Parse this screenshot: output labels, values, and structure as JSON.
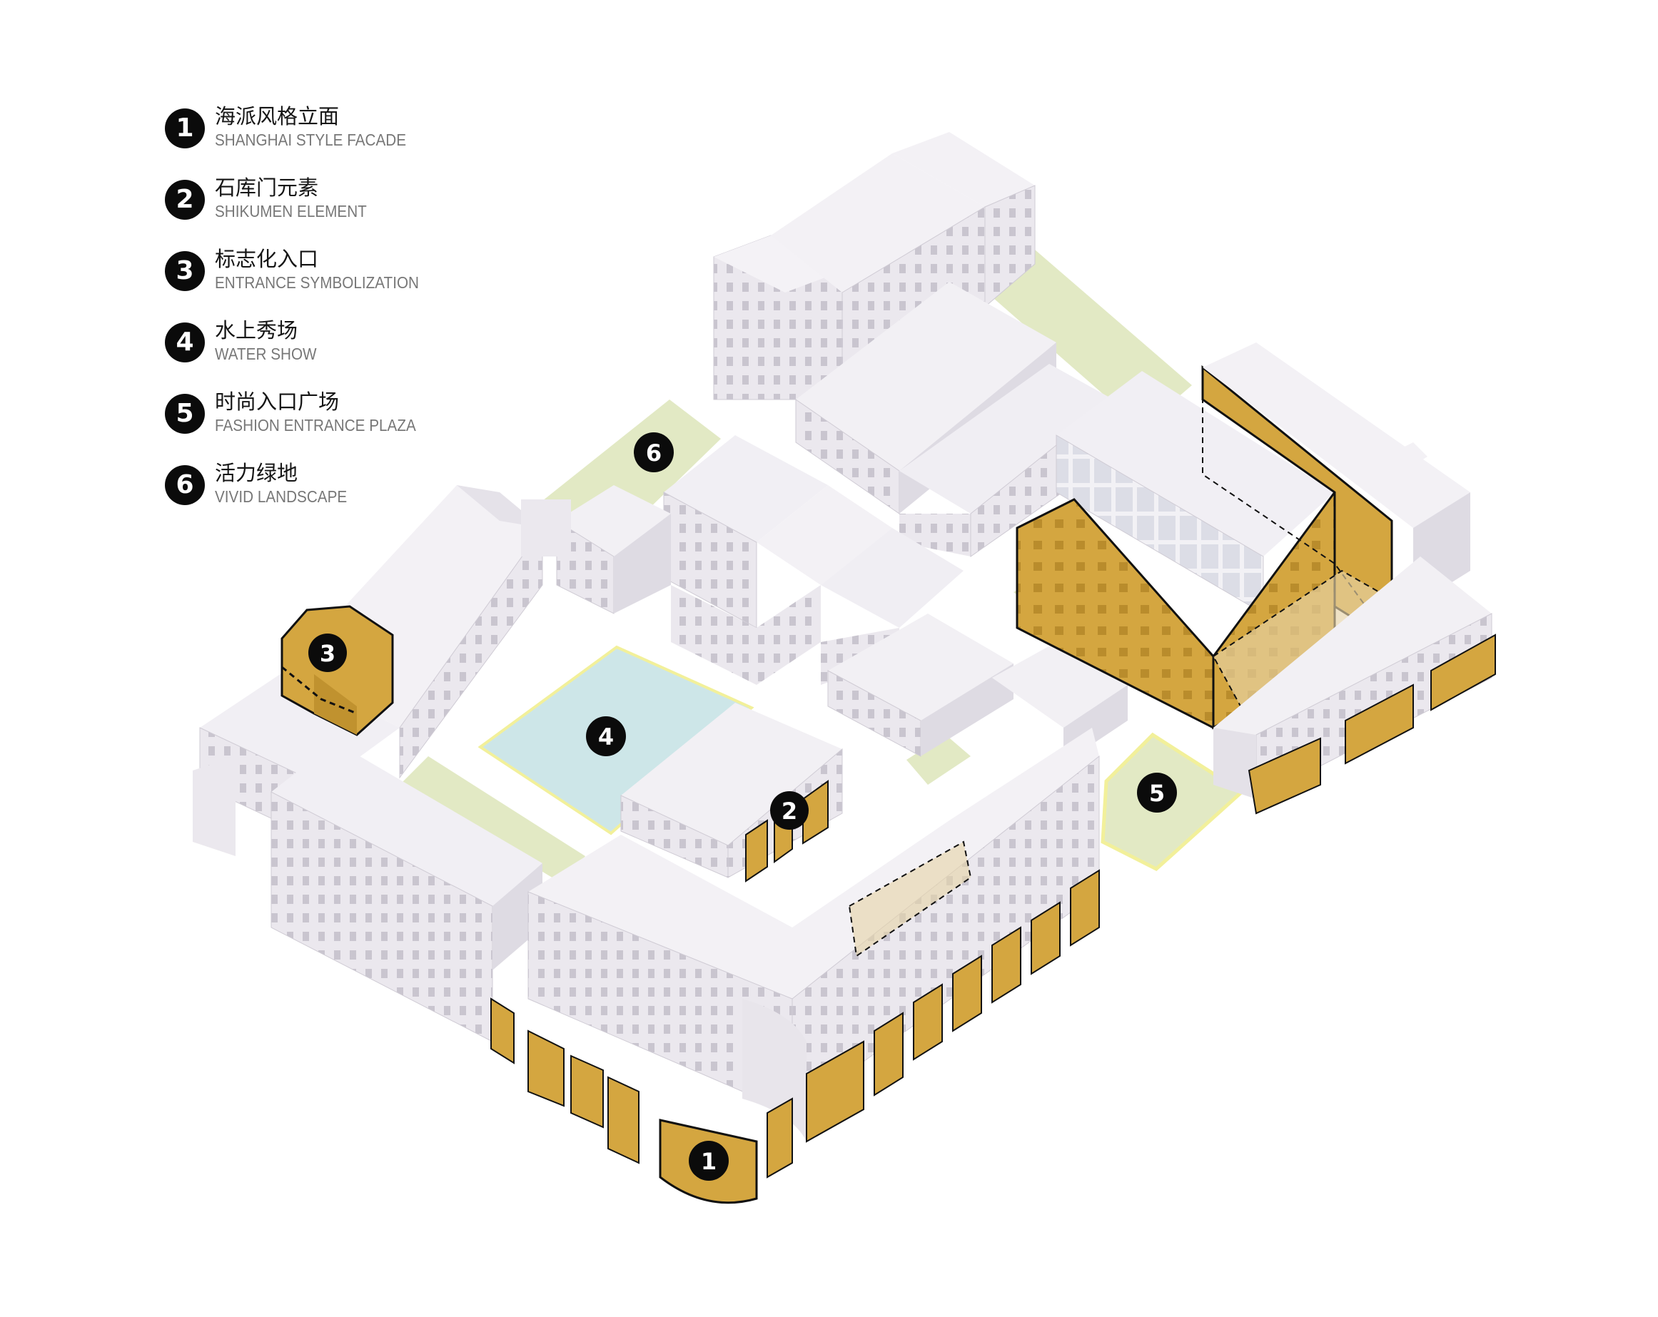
{
  "legend": {
    "items": [
      {
        "number": "1",
        "cn": "海派风格立面",
        "en": "SHANGHAI STYLE FACADE"
      },
      {
        "number": "2",
        "cn": "石库门元素",
        "en": "SHIKUMEN ELEMENT"
      },
      {
        "number": "3",
        "cn": "标志化入口",
        "en": "ENTRANCE SYMBOLIZATION"
      },
      {
        "number": "4",
        "cn": "水上秀场",
        "en": "WATER SHOW"
      },
      {
        "number": "5",
        "cn": "时尚入口广场",
        "en": " FASHION ENTRANCE PLAZA"
      },
      {
        "number": "6",
        "cn": "活力绿地",
        "en": "VIVID LANDSCAPE"
      }
    ]
  },
  "markers": {
    "m1": "1",
    "m2": "2",
    "m3": "3",
    "m4": "4",
    "m5": "5",
    "m6": "6"
  },
  "colors": {
    "background": "#ffffff",
    "building_light": "#efecf1",
    "building_mid": "#e1dde5",
    "building_dark": "#cfcbd4",
    "highlight_gold": "#d4a640",
    "green_space": "#e2e9c4",
    "water": "#cde6e8",
    "plaza_outline": "#f2f09a",
    "badge": "#0b0b0b"
  }
}
